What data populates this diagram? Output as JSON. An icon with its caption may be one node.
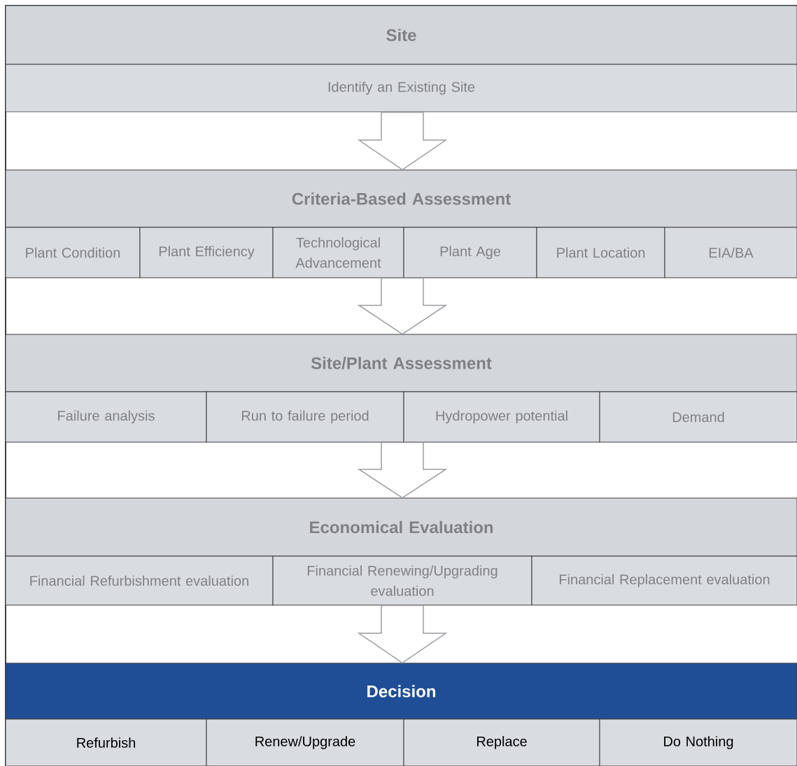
{
  "diagram": {
    "nodes": [
      {
        "text": [
          "Site"
        ]
      },
      {
        "text": [
          "Identify an Existing Site"
        ]
      },
      {
        "text": [
          "Criteria-Based Assessment"
        ]
      },
      {
        "text": [
          "Plant Condition"
        ]
      },
      {
        "text": [
          "Plant Efficiency"
        ]
      },
      {
        "text": [
          "Technological Advancement"
        ]
      },
      {
        "text": [
          "Plant Age"
        ]
      },
      {
        "text": [
          "Plant Location"
        ]
      },
      {
        "text": [
          "EIA/BA"
        ]
      },
      {
        "text": [
          "Site/Plant Assessment"
        ]
      },
      {
        "text": [
          "Failure analysis"
        ]
      },
      {
        "text": [
          "Run to failure period"
        ]
      },
      {
        "text": [
          "Hydropower potential"
        ]
      },
      {
        "text": [
          "Demand"
        ]
      },
      {
        "text": [
          "Economical Evaluation"
        ]
      },
      {
        "text": [
          "Financial Refurbishment evaluation"
        ]
      },
      {
        "text": [
          "Financial Renewing/Upgrading evaluation"
        ]
      },
      {
        "text": [
          "Financial Replacement evaluation"
        ]
      },
      {
        "text": [
          "Decision"
        ]
      },
      {
        "text": [
          "Refurbish"
        ]
      },
      {
        "text": [
          "Renew/Upgrade"
        ]
      },
      {
        "text": [
          "Replace"
        ]
      },
      {
        "text": [
          "Do Nothing"
        ]
      }
    ],
    "edges": [
      {
        "from": 1,
        "to": 2,
        "arrow": "to"
      },
      {
        "from": 5,
        "to": 9,
        "arrow": "to"
      },
      {
        "from": 11,
        "to": 14,
        "arrow": "to"
      },
      {
        "from": 16,
        "to": 18,
        "arrow": "to"
      }
    ]
  }
}
